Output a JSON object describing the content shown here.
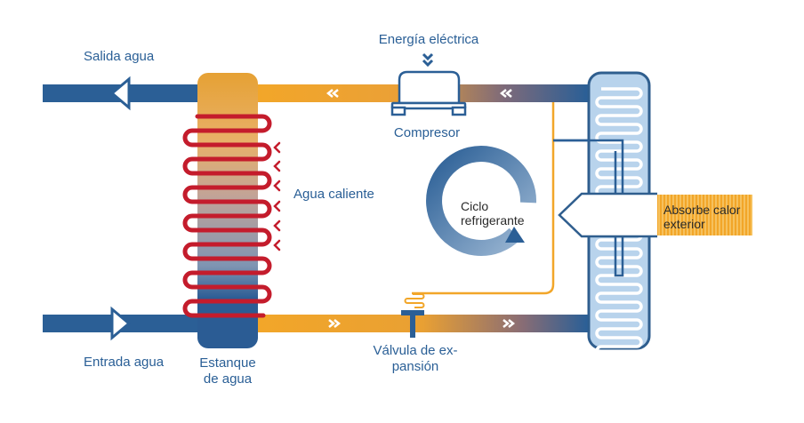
{
  "labels": {
    "salida_agua": "Salida agua",
    "energia_electrica": "Energía eléctrica",
    "compresor": "Compresor",
    "agua_caliente": "Agua caliente",
    "ciclo_line1": "Ciclo",
    "ciclo_line2": "refrigerante",
    "absorbe_line1": "Absorbe calor",
    "absorbe_line2": "exterior",
    "entrada_agua": "Entrada agua",
    "estanque_line1": "Estanque",
    "estanque_line2": "de agua",
    "valvula_line1": "Válvula de ex-",
    "valvula_line2": "pansión"
  },
  "colors": {
    "water_blue": "#2b5f96",
    "warm_orange": "#f2a629",
    "heat_red": "#c41c2c",
    "panel_light": "#b8d3ec",
    "outline_blue": "#2f5e8e",
    "tank_top": "#e6a134",
    "tank_bottom": "#2b5c94"
  },
  "icons": [
    "chevron-double-left-icon",
    "chevron-double-right-icon",
    "chevron-double-down-icon",
    "arrow-left-icon",
    "arrow-right-icon",
    "chevron-left-icon"
  ]
}
